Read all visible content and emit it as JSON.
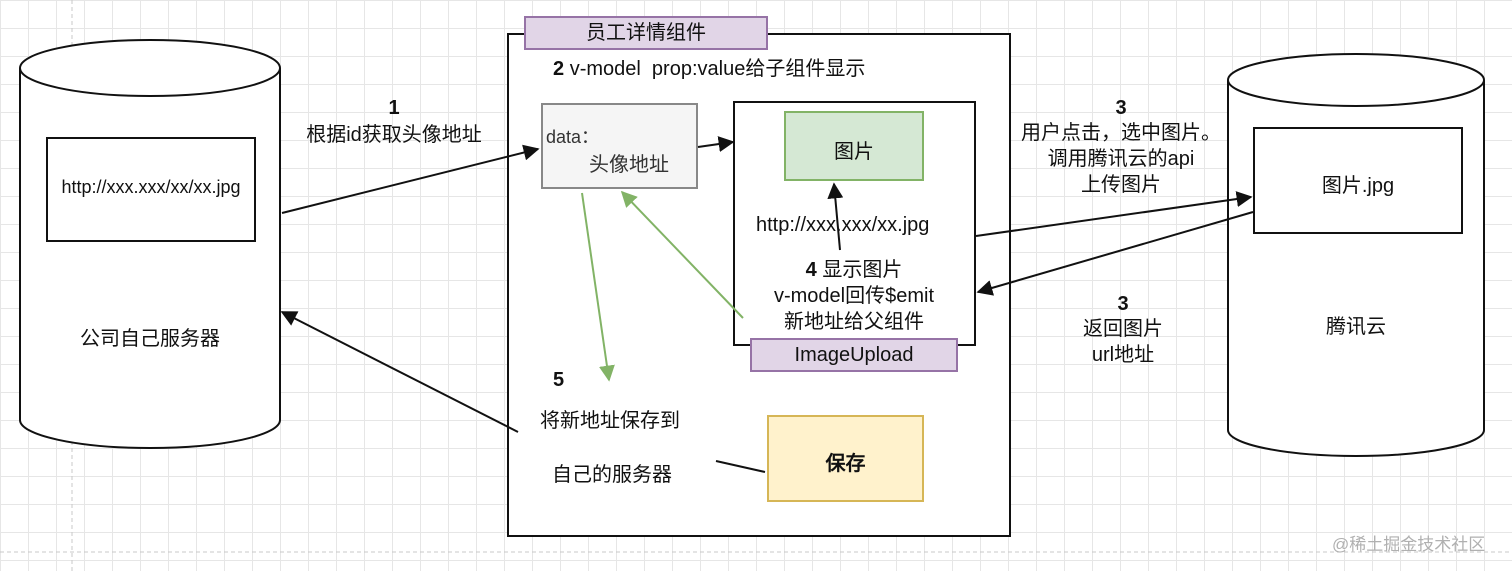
{
  "left_server": {
    "url_text": "http://xxx.xxx/xx/xx.jpg",
    "label": "公司自己服务器"
  },
  "right_cloud": {
    "file_text": "图片.jpg",
    "label": "腾讯云"
  },
  "component": {
    "title": "员工详情组件",
    "step2_num": "2",
    "step2_text": "v-model  prop:value给子组件显示",
    "data_label": "data：",
    "data_value": "头像地址",
    "save_button": "保存"
  },
  "upload": {
    "title": "ImageUpload",
    "image_box": "图片",
    "url_text": "http://xxx.xxx/xx.jpg",
    "step4_num": "4",
    "step4_line1": "显示图片",
    "step4_line2": "v-model回传$emit",
    "step4_line3": "新地址给父组件"
  },
  "steps": {
    "step1_num": "1",
    "step1_text": "根据id获取头像地址",
    "step3a_num": "3",
    "step3a_line1": "用户点击，选中图片。",
    "step3a_line2": "调用腾讯云的api",
    "step3a_line3": "上传图片",
    "step3b_num": "3",
    "step3b_line1": "返回图片",
    "step3b_line2": "url地址",
    "step5_num": "5",
    "step5_line1": "将新地址保存到",
    "step5_line2": "自己的服务器"
  },
  "watermark": "@稀土掘金技术社区"
}
